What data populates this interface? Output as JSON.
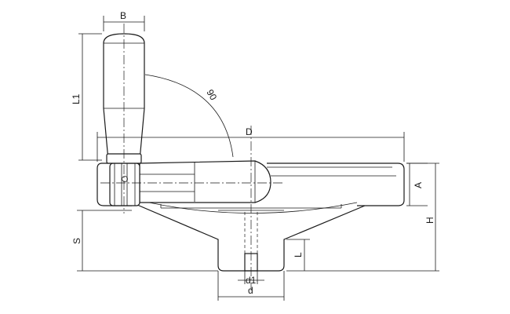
{
  "labels": {
    "B": "B",
    "L1": "L1",
    "angle": "90",
    "D": "D",
    "A": "A",
    "H": "H",
    "S": "S",
    "L": "L",
    "d1": "d1",
    "d": "d"
  }
}
